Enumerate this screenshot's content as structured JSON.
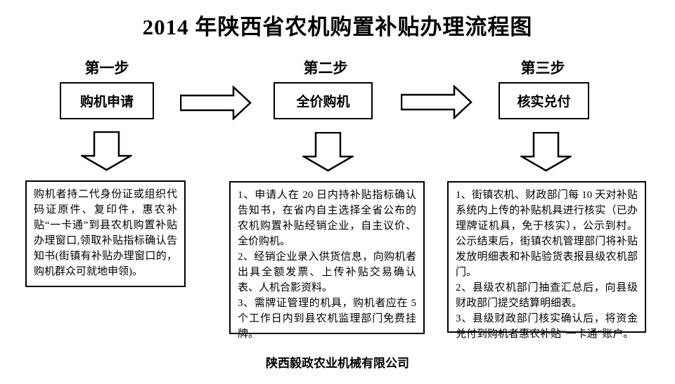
{
  "title": "2014 年陕西省农机购置补贴办理流程图",
  "steps": [
    {
      "label": "第一步",
      "box_label": "购机申请",
      "detail": "购机者持二代身份证或组织代码证原件、复印件，惠农补贴“一卡通”到县农机购置补贴办理窗口,领取补贴指标确认告知书(街镇有补贴办理窗口的，购机群众可就地申领)。"
    },
    {
      "label": "第二步",
      "box_label": "全价购机",
      "detail": "1、申请人在 20 日内持补贴指标确认告知书，在省内自主选择全省公布的农机购置补贴经销企业，自主议价、全价购机。\n2、经销企业录入供货信息，向购机者出具全额发票、上传补贴交易确认表、人机合影资料。\n3、需牌证管理的机具，购机者应在 5 个工作日内到县农机监理部门免费挂牌。"
    },
    {
      "label": "第三步",
      "box_label": "核实兑付",
      "detail": "1、街镇农机、财政部门每 10 天对补贴系统内上传的补贴机具进行核实（已办理牌证机具，免于核实），公示到村。公示结束后，街镇农机管理部门将补贴发放明细表和补贴验货表报县级农机部门。\n2、县级农机部门抽查汇总后，向县级财政部门提交结算明细表。\n3、县级财政部门核实确认后，将资金兑付到购机者惠农补贴“一卡通”账户。"
    }
  ],
  "footer": {
    "company": "陕西毅政农业机械有限公司"
  },
  "colors": {
    "background": "#ffffff",
    "text": "#000000",
    "border": "#000000",
    "arrow_fill": "#ffffff"
  }
}
